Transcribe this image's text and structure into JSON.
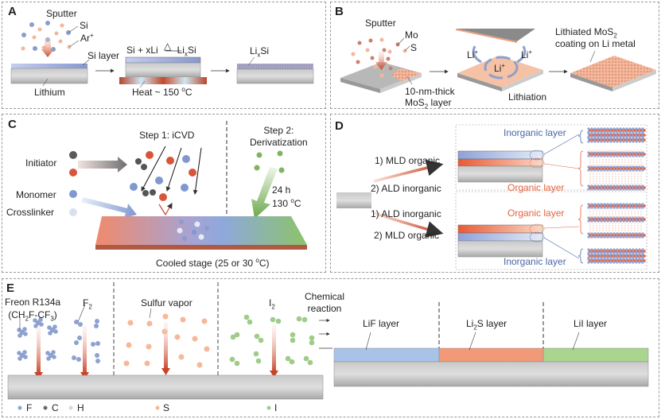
{
  "panels": {
    "A": {
      "label": "A",
      "sputter": "Sputter",
      "si": "Si",
      "ar": "Ar",
      "ar_sup": "+",
      "si_layer": "Si layer",
      "lithium": "Lithium",
      "reaction_left": "Si + xLi",
      "reaction_delta": "△",
      "reaction_right_pre": "Li",
      "reaction_right_sub": "x",
      "reaction_right_post": "Si",
      "heat": "Heat ~ 150 ",
      "heat_sup": "o",
      "heat_unit": "C",
      "product_pre": "Li",
      "product_sub": "x",
      "product_post": "Si",
      "colors": {
        "si_particle": "#8a9dcc",
        "ar_particle": "#f2b79c",
        "si_layer": "#9aa8d8",
        "lixsi": "#9a98b8",
        "heater": "#b34a2c"
      }
    },
    "B": {
      "label": "B",
      "sputter": "Sputter",
      "mo": "Mo",
      "s": "S",
      "layer_line1": "10-nm-thick",
      "layer_line2_pre": "MoS",
      "layer_line2_sub": "2",
      "layer_line2_post": " layer",
      "li": "Li",
      "li_sup": "+",
      "lithiation": "Lithiation",
      "coating_line1_pre": "Lithiated MoS",
      "coating_line1_sub": "2",
      "coating_line2": "coating on Li metal",
      "colors": {
        "mos2": "#f5b899",
        "mo_particle": "#c98269"
      }
    },
    "C": {
      "label": "C",
      "step1": "Step 1: iCVD",
      "step2_line1": "Step 2:",
      "step2_line2": "Derivatization",
      "initiator": "Initiator",
      "monomer": "Monomer",
      "crosslinker": "Crosslinker",
      "time": "24 h",
      "temp": "130 ",
      "temp_sup": "o",
      "temp_unit": "C",
      "stage": "Cooled stage (25 or 30 ",
      "stage_sup": "o",
      "stage_unit": "C)",
      "colors": {
        "initiator_dark": "#5a5a5a",
        "initiator_red": "#d8553c",
        "monomer": "#7f98d0",
        "crosslinker": "#d8e0f0",
        "green": "#7fb560"
      }
    },
    "D": {
      "label": "D",
      "route1_step1": "1) MLD organic",
      "route1_step2": "2) ALD inorganic",
      "route2_step1": "1) ALD inorganic",
      "route2_step2": "2) MLD organic",
      "inorganic_top": "Inorganic layer",
      "organic_top": "Organic layer",
      "organic_bottom": "Organic layer",
      "inorganic_bottom": "Inorganic layer",
      "colors": {
        "inorganic": "#4a66a8",
        "organic": "#e2643e"
      }
    },
    "E": {
      "label": "E",
      "freon_line1": "Freon R134a",
      "freon_line2_a": "(CH",
      "freon_line2_sub1": "2",
      "freon_line2_b": "F-CF",
      "freon_line2_sub2": "3",
      "freon_line2_c": ")",
      "f2": "F",
      "f2_sub": "2",
      "sulfur": "Sulfur vapor",
      "i2": "I",
      "i2_sub": "2",
      "chem_line1": "Chemical",
      "chem_line2": "reaction",
      "lif": "LiF layer",
      "li2s_pre": "Li",
      "li2s_sub": "2",
      "li2s_post": "S layer",
      "lii": "LiI layer",
      "legend": [
        {
          "symbol": "F",
          "color": "#8ea2d2"
        },
        {
          "symbol": "C",
          "color": "#6a6a6a"
        },
        {
          "symbol": "H",
          "color": "#d8d8d8"
        },
        {
          "symbol": "S",
          "color": "#f5b899"
        },
        {
          "symbol": "I",
          "color": "#9fcc88"
        }
      ],
      "colors": {
        "lif": "#a9c3e8",
        "li2s": "#f29a78",
        "lii": "#a9d58e"
      }
    }
  }
}
